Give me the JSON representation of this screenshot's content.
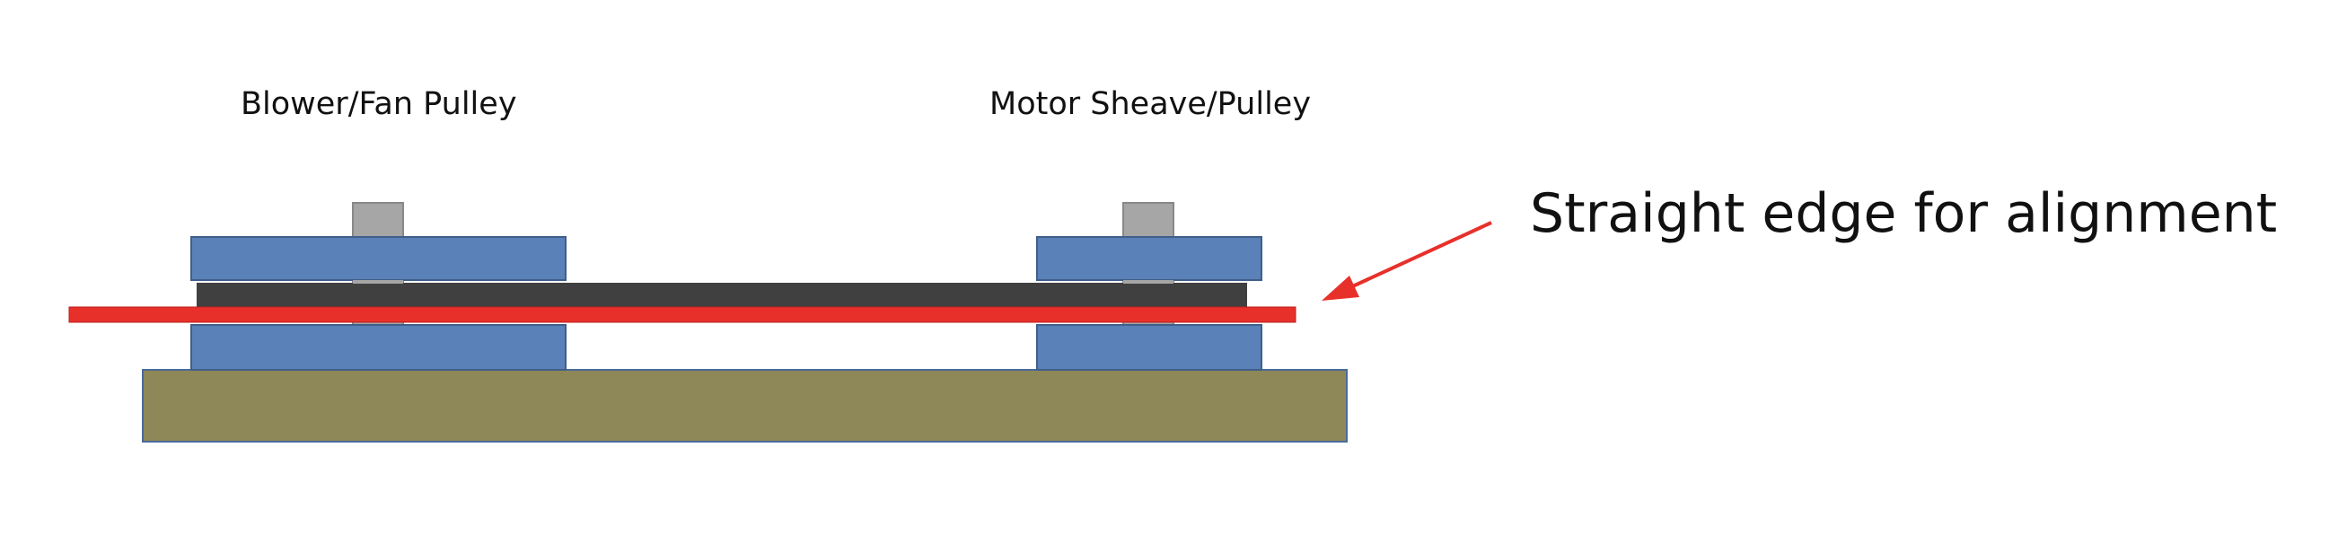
{
  "labels": {
    "fan_pulley": "Blower/Fan Pulley",
    "motor_pulley": "Motor Sheave/Pulley",
    "callout": "Straight edge for alignment"
  },
  "colors": {
    "pulley": "#5a82b8",
    "pulley_stroke": "#3f5f8a",
    "shaft": "#a6a6a6",
    "belt": "#404040",
    "straight_edge": "#e8302a",
    "base": "#8e8757",
    "arrow": "#e8302a",
    "text": "#111111"
  }
}
